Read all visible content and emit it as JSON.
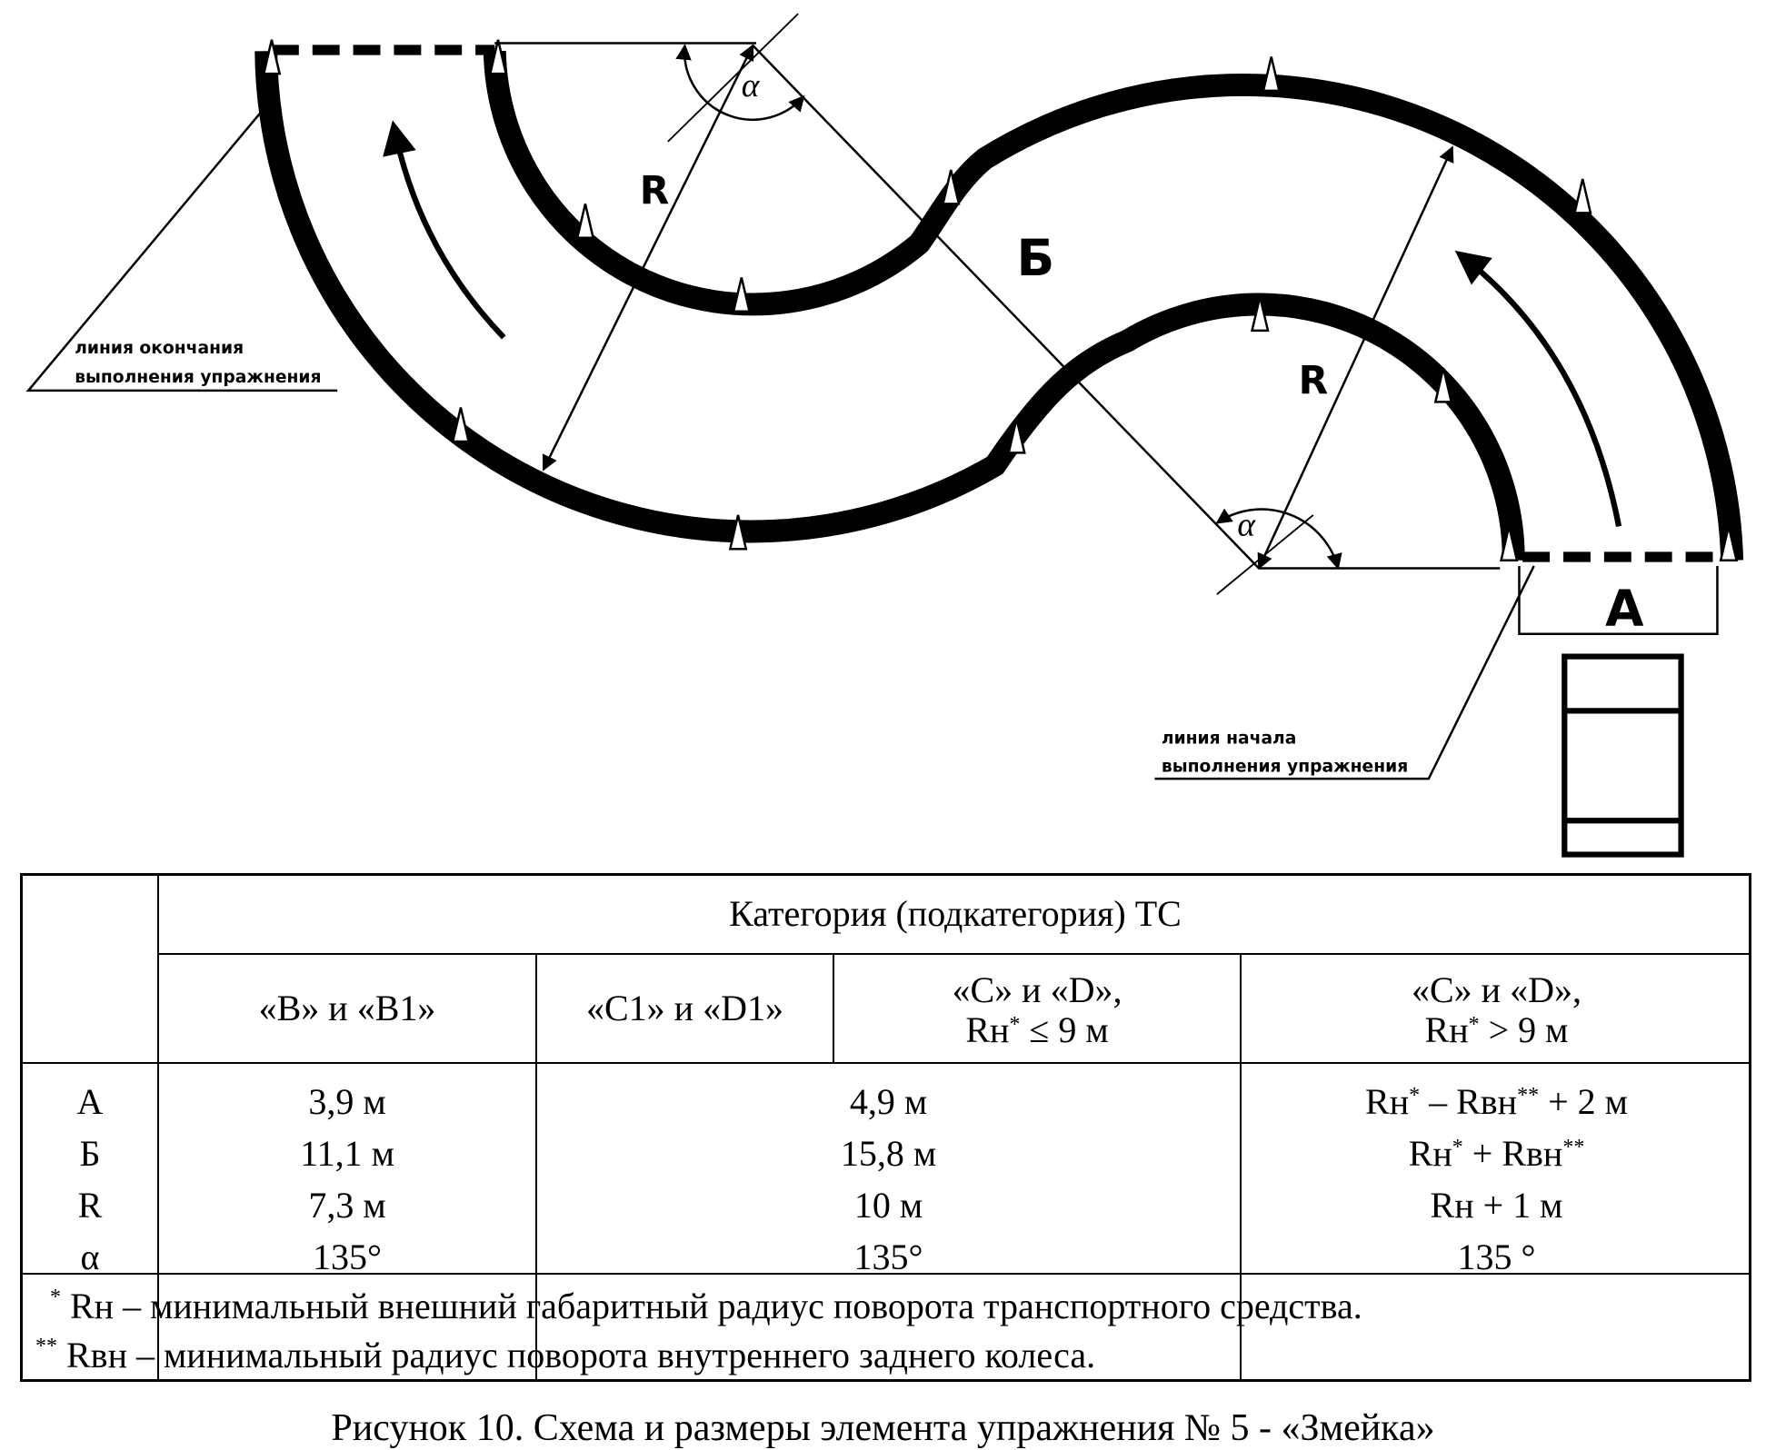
{
  "diagram": {
    "end_line_label": [
      "линия окончания",
      "выполнения упражнения"
    ],
    "start_line_label": [
      "линия начала",
      "выполнения упражнения"
    ],
    "radius_label": "R",
    "distance_label": "Б",
    "width_label": "А",
    "angle_label": "α"
  },
  "table": {
    "header_group": "Категория (подкатегория) ТС",
    "columns": [
      {
        "line1": "«B» и «B1»"
      },
      {
        "line1": "«C1» и «D1»"
      },
      {
        "line1": "«C» и «D»,",
        "line2_pre": "Rн",
        "line2_sup": "*",
        "line2_post": " ≤ 9 м"
      },
      {
        "line1": "«C» и «D»,",
        "line2_pre": "Rн",
        "line2_sup": "*",
        "line2_post": " > 9 м"
      }
    ],
    "row_labels": [
      "А",
      "Б",
      "R",
      "α"
    ],
    "col_b": [
      "3,9 м",
      "11,1 м",
      "7,3 м",
      "135°"
    ],
    "col_cd_small": [
      "4,9 м",
      "15,8 м",
      "10 м",
      "135°"
    ],
    "col_cd_large": {
      "a": {
        "p1": "Rн",
        "s1": "*",
        "p2": " – Rвн",
        "s2": "**",
        "p3": " + 2 м"
      },
      "b": {
        "p1": "Rн",
        "s1": "*",
        "p2": " + Rвн",
        "s2": "**"
      },
      "r": "Rн + 1 м",
      "alpha": "135 °"
    },
    "footnotes": [
      {
        "mark": "*",
        "text": " Rн – минимальный внешний габаритный радиус поворота транспортного средства."
      },
      {
        "mark": "**",
        "text": " Rвн – минимальный радиус поворота внутреннего заднего колеса."
      }
    ]
  },
  "caption": "Рисунок 10. Схема и размеры элемента упражнения № 5 - «Змейка»"
}
